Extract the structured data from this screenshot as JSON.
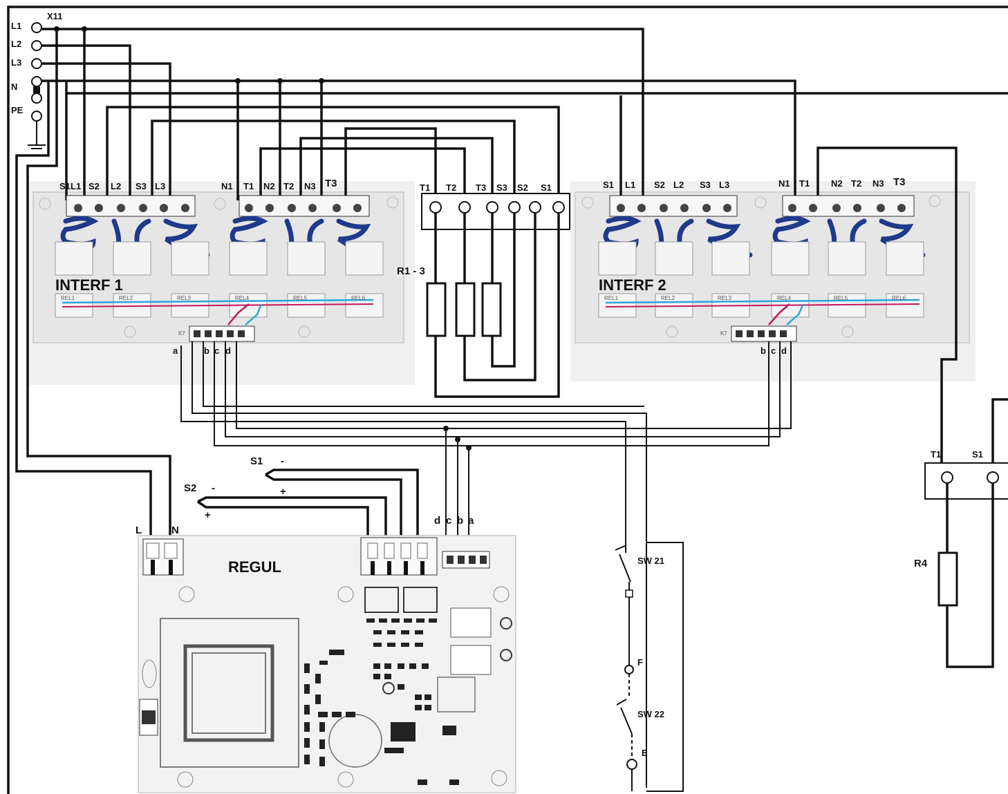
{
  "mains": {
    "block_label": "X11",
    "terminals": [
      "L1",
      "L2",
      "L3",
      "N",
      "PE"
    ]
  },
  "interf1": {
    "title": "INTERF 1",
    "terminal_labels": [
      "S1",
      "L1",
      "S2",
      "L2",
      "S3",
      "L3",
      "N1",
      "T1",
      "N2",
      "T2",
      "N3",
      "T3"
    ],
    "relay_labels": [
      "REL1",
      "REL2",
      "REL3",
      "REL4",
      "REL5",
      "REL6"
    ],
    "connector": "K7",
    "bus_letters": [
      "a",
      "b",
      "c",
      "d"
    ]
  },
  "interf2": {
    "title": "INTERF 2",
    "terminal_labels": [
      "S1",
      "L1",
      "S2",
      "L2",
      "S3",
      "L3",
      "N1",
      "T1",
      "N2",
      "T2",
      "N3",
      "T3"
    ],
    "relay_labels": [
      "REL1",
      "REL2",
      "REL3",
      "REL4",
      "REL5",
      "REL6"
    ],
    "connector": "K7",
    "bus_letters": [
      "b",
      "c",
      "d"
    ]
  },
  "heater_block": {
    "terminal_labels": [
      "T1",
      "T2",
      "T3",
      "S3",
      "S2",
      "S1"
    ],
    "resistor_label": "R1 - 3"
  },
  "regul": {
    "title": "REGUL",
    "power_labels": [
      "L",
      "N"
    ],
    "bus_letters": [
      "d",
      "c",
      "b",
      "a"
    ]
  },
  "sensors": [
    {
      "name": "S1",
      "minus": "-",
      "plus": "+"
    },
    {
      "name": "S2",
      "minus": "-",
      "plus": "+"
    }
  ],
  "switches": {
    "sw21": "SW 21",
    "sw22": "SW 22",
    "f": "F",
    "e": "E"
  },
  "right_block": {
    "terminal_labels": [
      "T1",
      "S1"
    ],
    "resistor_label": "R4"
  },
  "colors": {
    "wire": "#111111",
    "pcb": "#e6e6e6",
    "coil": "#1f3a8a",
    "trace_blue": "#2aa6d8",
    "trace_magenta": "#c2185b"
  }
}
